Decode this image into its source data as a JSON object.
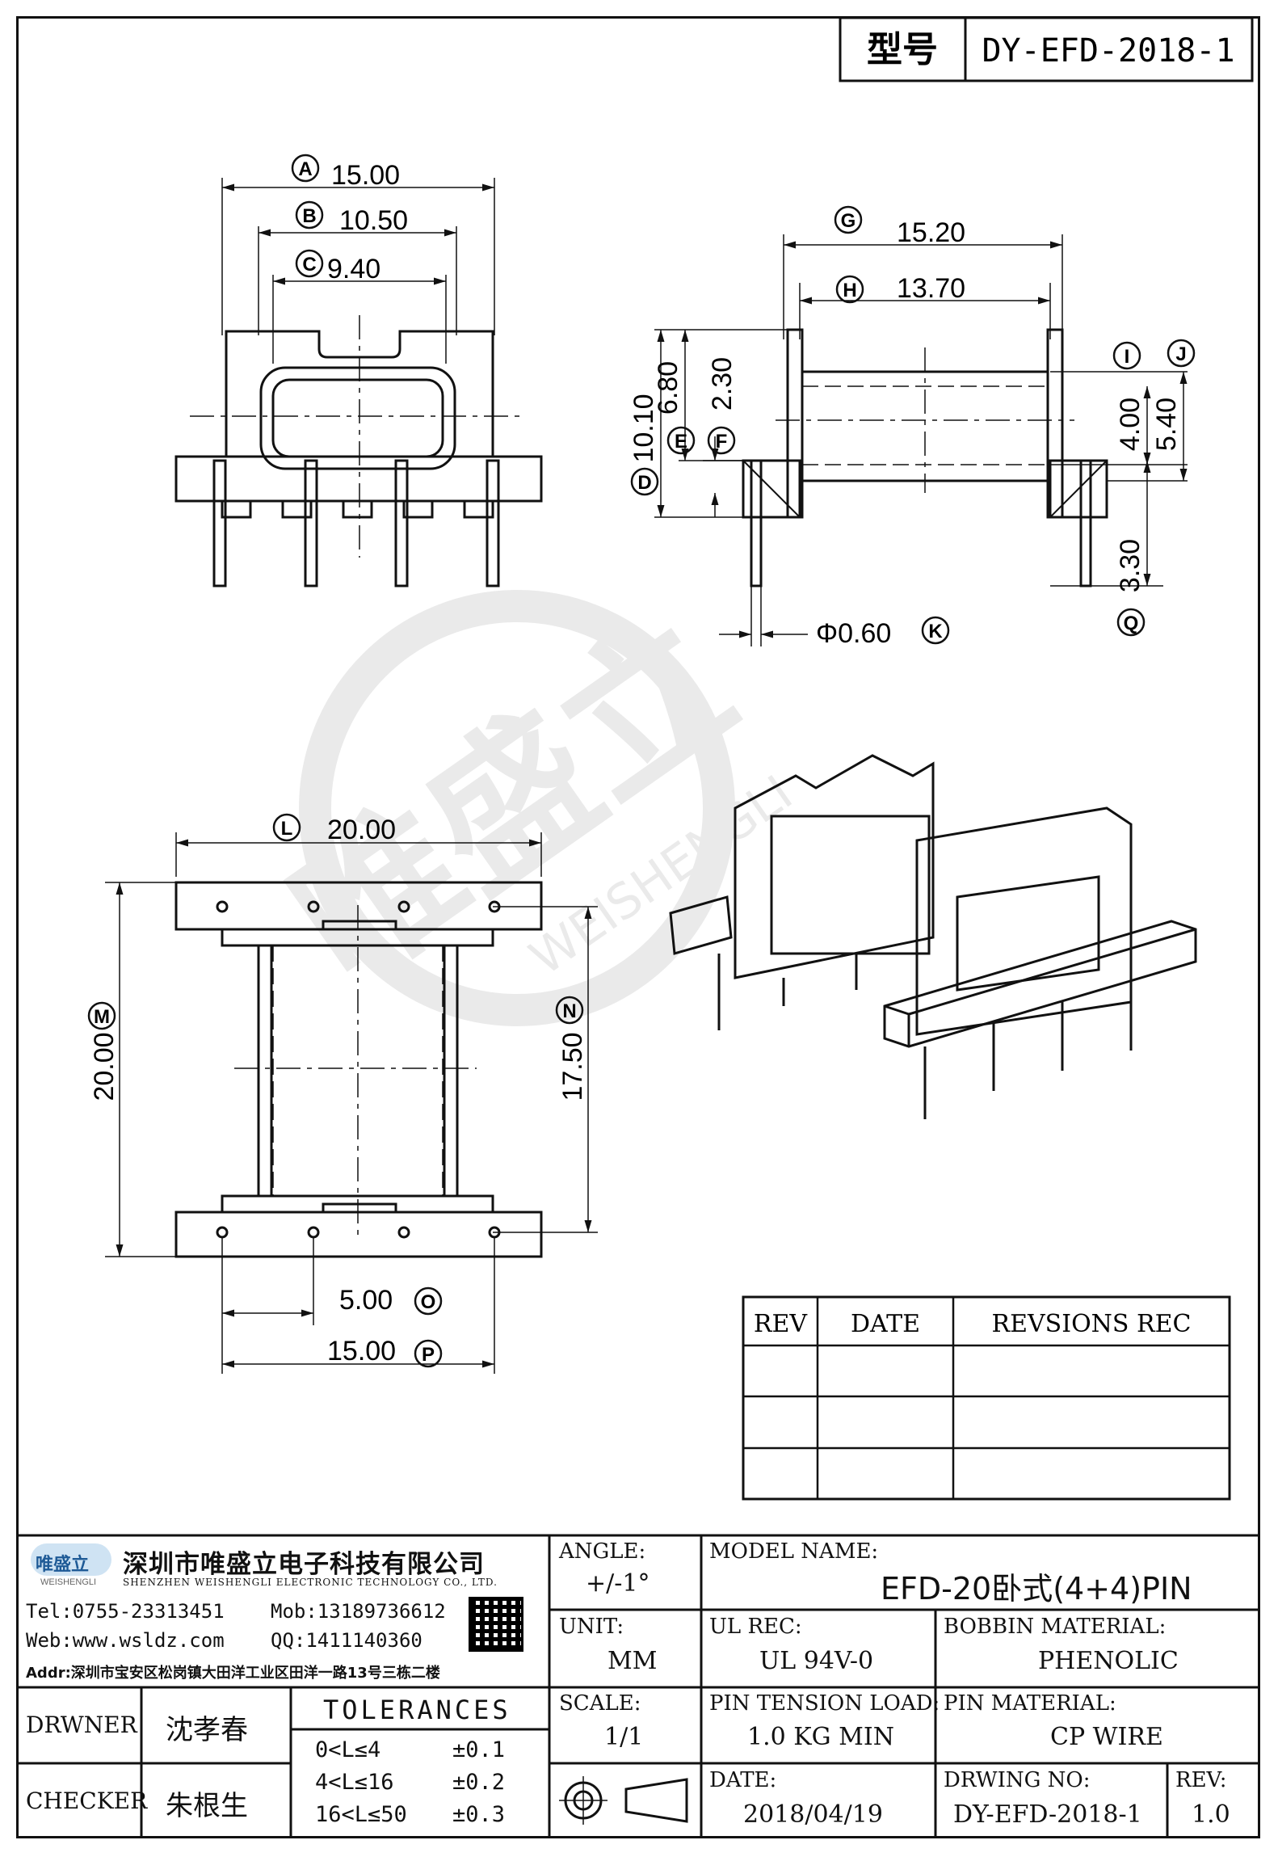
{
  "model_box": {
    "label": "型号",
    "value": "DY-EFD-2018-1"
  },
  "dims": {
    "A": "15.00",
    "B": "10.50",
    "C": "9.40",
    "G": "15.20",
    "H": "13.70",
    "D": "10.10",
    "E": "6.80",
    "F": "2.30",
    "I": "4.00",
    "J": "5.40",
    "Q": "3.30",
    "K": "Φ0.60",
    "L": "20.00",
    "M": "20.00",
    "N": "17.50",
    "O": "5.00",
    "P": "15.00"
  },
  "markers": [
    "A",
    "B",
    "C",
    "D",
    "E",
    "F",
    "G",
    "H",
    "I",
    "J",
    "K",
    "L",
    "M",
    "N",
    "O",
    "P",
    "Q"
  ],
  "watermark": {
    "cn": "唯盛立",
    "en": "WEISHENGLI"
  },
  "rev_table": {
    "headers": [
      "REV",
      "DATE",
      "REVSIONS REC"
    ],
    "rows": [
      [
        "",
        "",
        ""
      ],
      [
        "",
        "",
        ""
      ],
      [
        "",
        "",
        ""
      ]
    ]
  },
  "company": {
    "name_cn": "深圳市唯盛立电子科技有限公司",
    "name_en": "SHENZHEN WEISHENGLI ELECTRONIC TECHNOLOGY CO., LTD.",
    "logo_text": "唯盛立",
    "logo_sub": "WEISHENGLI",
    "tel": "Tel:0755-23313451",
    "mob": "Mob:13189736612",
    "web": "Web:www.wsldz.com",
    "qq": "QQ:1411140360",
    "addr": "Addr:深圳市宝安区松岗镇大田洋工业区田洋一路13号三栋二楼"
  },
  "title_block": {
    "drawer_label": "DRWNER",
    "drawer_name": "沈孝春",
    "checker_label": "CHECKER",
    "checker_name": "朱根生",
    "tolerances_label": "TOLERANCES",
    "tolerances": [
      {
        "range": "0<L≤4",
        "value": "±0.1"
      },
      {
        "range": "4<L≤16",
        "value": "±0.2"
      },
      {
        "range": "16<L≤50",
        "value": "±0.3"
      }
    ],
    "angle_label": "ANGLE:",
    "angle_value": "+/-1°",
    "unit_label": "UNIT:",
    "unit_value": "MM",
    "scale_label": "SCALE:",
    "scale_value": "1/1",
    "model_name_label": "MODEL NAME:",
    "model_name_value": "EFD-20卧式(4+4)PIN",
    "ul_label": "UL REC:",
    "ul_value": "UL 94V-0",
    "bobbin_label": "BOBBIN MATERIAL:",
    "bobbin_value": "PHENOLIC",
    "pin_tension_label": "PIN TENSION LOAD:",
    "pin_tension_value": "1.0 KG MIN",
    "pin_material_label": "PIN MATERIAL:",
    "pin_material_value": "CP WIRE",
    "date_label": "DATE:",
    "date_value": "2018/04/19",
    "drawing_no_label": "DRWING NO:",
    "drawing_no_value": "DY-EFD-2018-1",
    "rev_label": "REV:",
    "rev_value": "1.0"
  }
}
